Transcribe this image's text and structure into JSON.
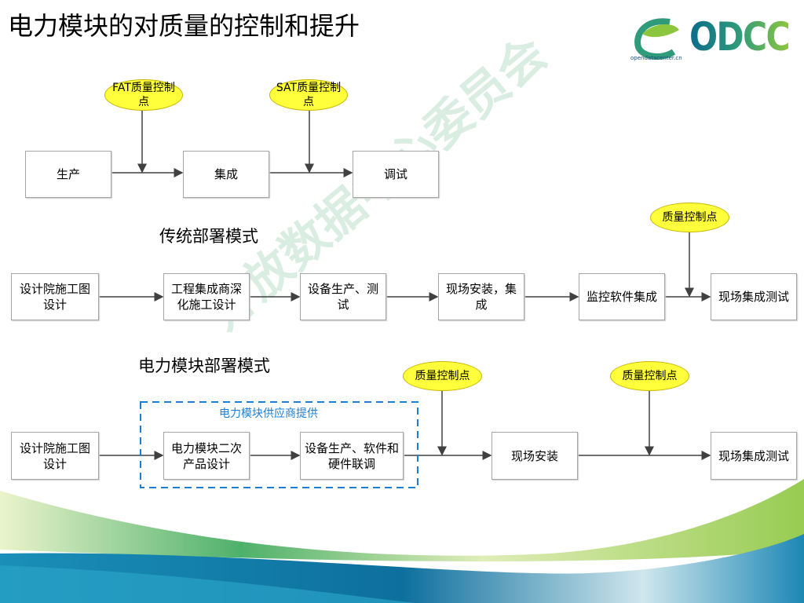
{
  "title": "电力模块的对质量的控制和提升",
  "logo": {
    "brand": "ODCC",
    "site": "opendatacenter.cn"
  },
  "watermark": "开放数据中心委员会",
  "top_flow": {
    "callouts": [
      "FAT质量控制点",
      "SAT质量控制点"
    ],
    "boxes": [
      "生产",
      "集成",
      "调试"
    ]
  },
  "traditional": {
    "label": "传统部署模式",
    "callout": "质量控制点",
    "boxes": [
      "设计院施工图设计",
      "工程集成商深化施工设计",
      "设备生产、测试",
      "现场安装，集成",
      "监控软件集成",
      "现场集成测试"
    ]
  },
  "module": {
    "label": "电力模块部署模式",
    "group_label": "电力模块供应商提供",
    "callouts": [
      "质量控制点",
      "质量控制点"
    ],
    "boxes": [
      "设计院施工图设计",
      "电力模块二次产品设计",
      "设备生产、软件和硬件联调",
      "现场安装",
      "现场集成测试"
    ]
  },
  "colors": {
    "callout": "#ffff3c",
    "group": "#1a7fd4"
  }
}
